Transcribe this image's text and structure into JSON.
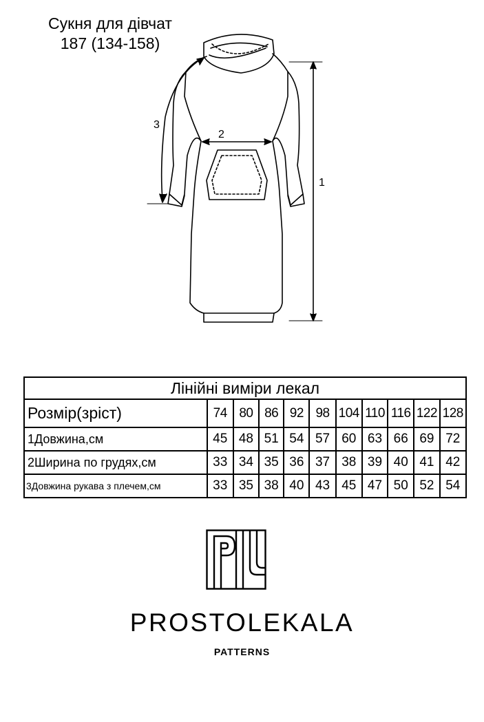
{
  "header": {
    "title_line1": "Сукня для дівчат",
    "title_line2": "187 (134-158)"
  },
  "diagram": {
    "labels": {
      "length": "1",
      "chest": "2",
      "sleeve": "3"
    }
  },
  "table": {
    "title": "Лінійні виміри лекал",
    "header_label": "Розмір(зріст)",
    "sizes": [
      "74",
      "80",
      "86",
      "92",
      "98",
      "104",
      "110",
      "116",
      "122",
      "128"
    ],
    "rows": [
      {
        "label": "1Довжина,см",
        "values": [
          "45",
          "48",
          "51",
          "54",
          "57",
          "60",
          "63",
          "66",
          "69",
          "72"
        ]
      },
      {
        "label": "2Ширина по грудях,см",
        "values": [
          "33",
          "34",
          "35",
          "36",
          "37",
          "38",
          "39",
          "40",
          "41",
          "42"
        ]
      },
      {
        "label": "3Довжина рукава з плечем,см",
        "values": [
          "33",
          "35",
          "38",
          "40",
          "43",
          "45",
          "47",
          "50",
          "52",
          "54"
        ]
      }
    ]
  },
  "brand": {
    "name": "PROSTOLEKALA",
    "subtitle": "PATTERNS"
  }
}
